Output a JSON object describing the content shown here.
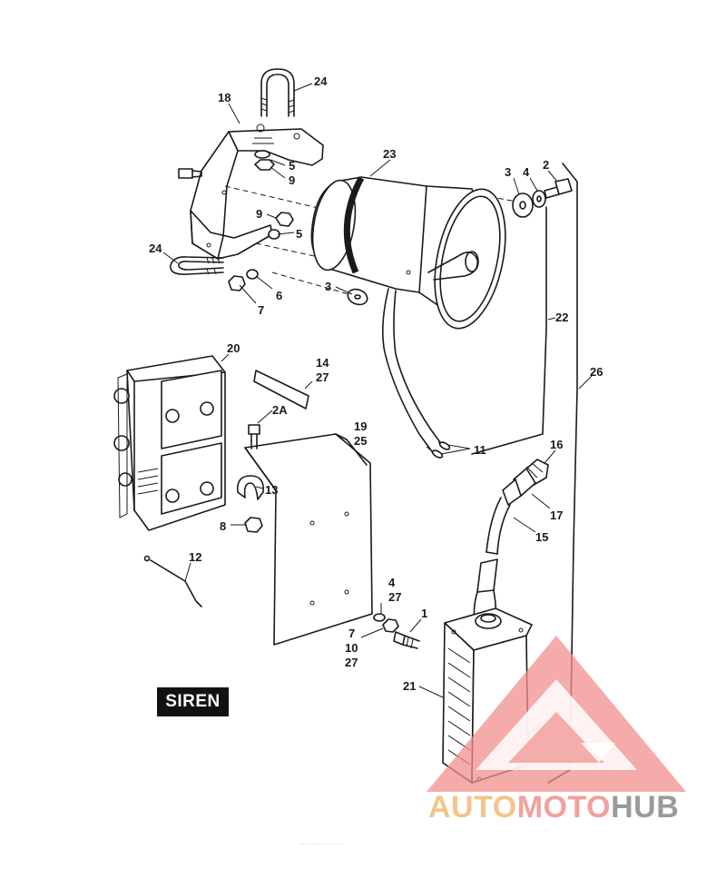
{
  "diagram": {
    "label": "SIREN",
    "callouts": [
      {
        "id": "c24a",
        "text": "24"
      },
      {
        "id": "c18",
        "text": "18"
      },
      {
        "id": "c5a",
        "text": "5"
      },
      {
        "id": "c9a",
        "text": "9"
      },
      {
        "id": "c23",
        "text": "23"
      },
      {
        "id": "c3a",
        "text": "3"
      },
      {
        "id": "c4a",
        "text": "4"
      },
      {
        "id": "c2",
        "text": "2"
      },
      {
        "id": "c9b",
        "text": "9"
      },
      {
        "id": "c5b",
        "text": "5"
      },
      {
        "id": "c24b",
        "text": "24"
      },
      {
        "id": "c6",
        "text": "6"
      },
      {
        "id": "c7a",
        "text": "7"
      },
      {
        "id": "c3b",
        "text": "3"
      },
      {
        "id": "c22",
        "text": "22"
      },
      {
        "id": "c20",
        "text": "20"
      },
      {
        "id": "c14",
        "text": "14"
      },
      {
        "id": "c27a",
        "text": "27"
      },
      {
        "id": "c26",
        "text": "26"
      },
      {
        "id": "c2A",
        "text": "2A"
      },
      {
        "id": "c19",
        "text": "19"
      },
      {
        "id": "c25",
        "text": "25"
      },
      {
        "id": "c11",
        "text": "11"
      },
      {
        "id": "c16",
        "text": "16"
      },
      {
        "id": "c13",
        "text": "13"
      },
      {
        "id": "c17",
        "text": "17"
      },
      {
        "id": "c8",
        "text": "8"
      },
      {
        "id": "c15",
        "text": "15"
      },
      {
        "id": "c12",
        "text": "12"
      },
      {
        "id": "c4b",
        "text": "4"
      },
      {
        "id": "c27b",
        "text": "27"
      },
      {
        "id": "c1",
        "text": "1"
      },
      {
        "id": "c7b",
        "text": "7"
      },
      {
        "id": "c10",
        "text": "10"
      },
      {
        "id": "c27c",
        "text": "27"
      },
      {
        "id": "c21",
        "text": "21"
      }
    ]
  },
  "watermark": {
    "part1": "AUTO",
    "part2": "MOTO",
    "part3": "HUB",
    "colors": {
      "auto": "#f3c58a",
      "moto": "#f1a19e",
      "hub": "#9a9a9a",
      "logo": "#f08f8c"
    }
  },
  "footer": "................  ........"
}
